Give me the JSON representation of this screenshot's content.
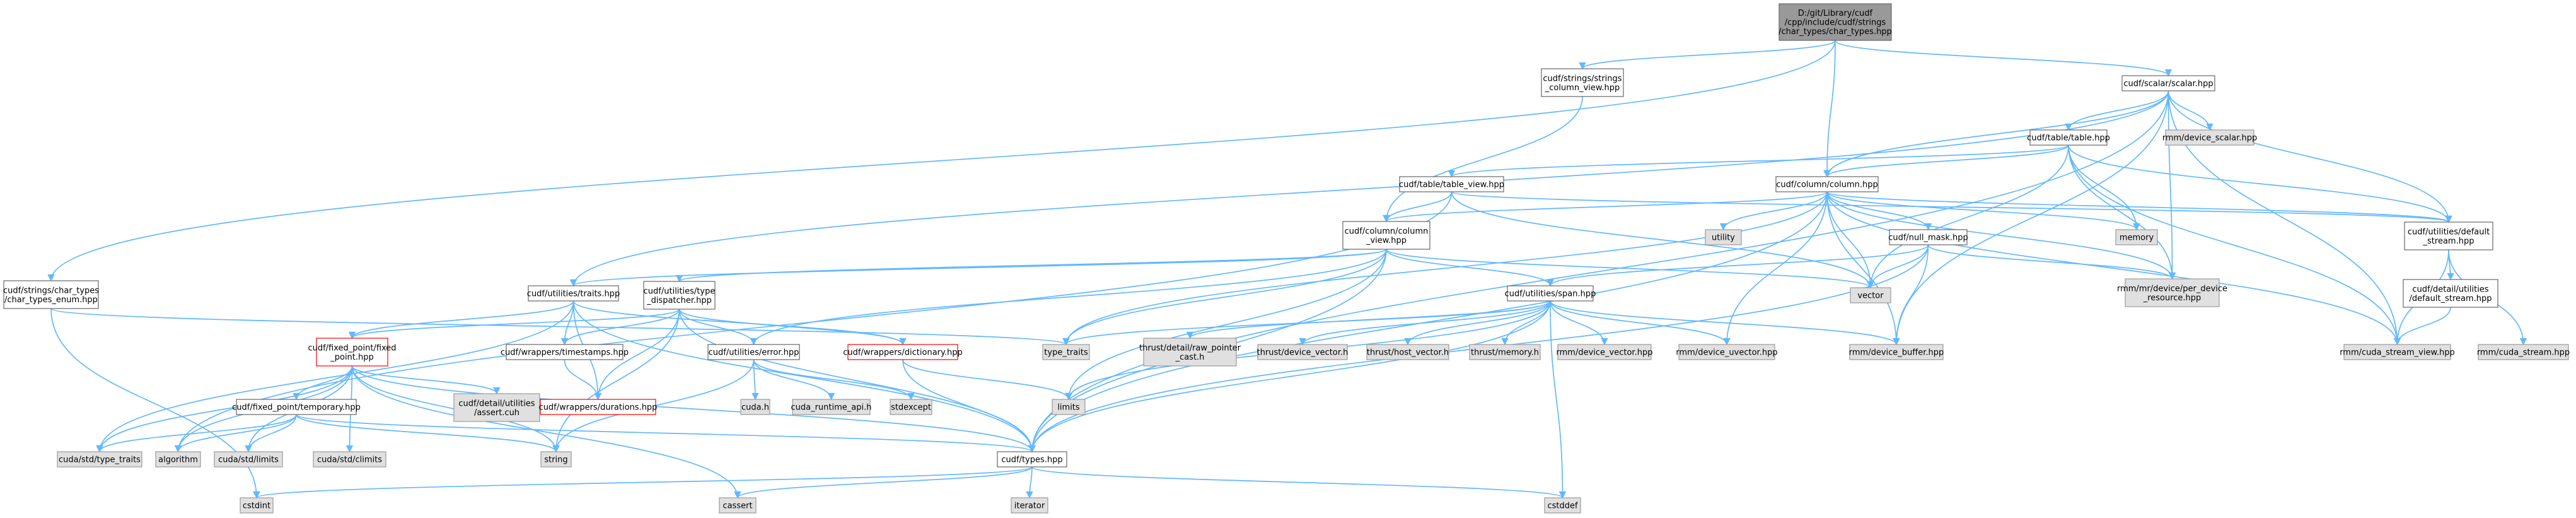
{
  "title": "D:/git/Library/cudf/cpp/include/cudf/strings/char_types/char_types.hpp",
  "colors": {
    "root_fill": "#999999",
    "doc_fill": "#ffffff",
    "doc_border": "#666666",
    "std_fill": "#e0e0e0",
    "std_border": "#999999",
    "trunc_border": "#ff0000",
    "edge": "#63b8ff"
  },
  "nodes": [
    {
      "id": "root",
      "kind": "root",
      "lines": [
        "D:/git/Library/cudf",
        "/cpp/include/cudf/strings",
        "/char_types/char_types.hpp"
      ]
    },
    {
      "id": "strings_column_view",
      "kind": "doc",
      "lines": [
        "cudf/strings/strings",
        "_column_view.hpp"
      ]
    },
    {
      "id": "scalar",
      "kind": "doc",
      "lines": [
        "cudf/scalar/scalar.hpp"
      ]
    },
    {
      "id": "char_types_enum",
      "kind": "doc",
      "lines": [
        "cudf/strings/char_types",
        "/char_types_enum.hpp"
      ]
    },
    {
      "id": "table",
      "kind": "doc",
      "lines": [
        "cudf/table/table.hpp"
      ]
    },
    {
      "id": "device_scalar",
      "kind": "std",
      "lines": [
        "rmm/device_scalar.hpp"
      ]
    },
    {
      "id": "table_view",
      "kind": "doc",
      "lines": [
        "cudf/table/table_view.hpp"
      ]
    },
    {
      "id": "column",
      "kind": "doc",
      "lines": [
        "cudf/column/column.hpp"
      ]
    },
    {
      "id": "column_view",
      "kind": "doc",
      "lines": [
        "cudf/column/column",
        "_view.hpp"
      ]
    },
    {
      "id": "utility",
      "kind": "std",
      "lines": [
        "utility"
      ]
    },
    {
      "id": "null_mask",
      "kind": "doc",
      "lines": [
        "cudf/null_mask.hpp"
      ]
    },
    {
      "id": "memory",
      "kind": "std",
      "lines": [
        "memory"
      ]
    },
    {
      "id": "default_stream",
      "kind": "doc",
      "lines": [
        "cudf/utilities/default",
        "_stream.hpp"
      ]
    },
    {
      "id": "vector",
      "kind": "std",
      "lines": [
        "vector"
      ]
    },
    {
      "id": "per_device_resource",
      "kind": "std",
      "lines": [
        "rmm/mr/device/per_device",
        "_resource.hpp"
      ]
    },
    {
      "id": "traits",
      "kind": "doc",
      "lines": [
        "cudf/utilities/traits.hpp"
      ]
    },
    {
      "id": "type_dispatcher",
      "kind": "doc",
      "lines": [
        "cudf/utilities/type",
        "_dispatcher.hpp"
      ]
    },
    {
      "id": "span",
      "kind": "doc",
      "lines": [
        "cudf/utilities/span.hpp"
      ]
    },
    {
      "id": "detail_default_stream",
      "kind": "doc",
      "lines": [
        "cudf/detail/utilities",
        "/default_stream.hpp"
      ]
    },
    {
      "id": "fixed_point",
      "kind": "trunc",
      "lines": [
        "cudf/fixed_point/fixed",
        "_point.hpp"
      ]
    },
    {
      "id": "timestamps",
      "kind": "doc",
      "lines": [
        "cudf/wrappers/timestamps.hpp"
      ]
    },
    {
      "id": "error",
      "kind": "doc",
      "lines": [
        "cudf/utilities/error.hpp"
      ]
    },
    {
      "id": "dictionary",
      "kind": "trunc",
      "lines": [
        "cudf/wrappers/dictionary.hpp"
      ]
    },
    {
      "id": "type_traits",
      "kind": "std",
      "lines": [
        "type_traits"
      ]
    },
    {
      "id": "thrust_raw_pointer_cast",
      "kind": "std",
      "lines": [
        "thrust/detail/raw_pointer",
        "_cast.h"
      ]
    },
    {
      "id": "thrust_device_vector",
      "kind": "std",
      "lines": [
        "thrust/device_vector.h"
      ]
    },
    {
      "id": "thrust_host_vector",
      "kind": "std",
      "lines": [
        "thrust/host_vector.h"
      ]
    },
    {
      "id": "thrust_memory",
      "kind": "std",
      "lines": [
        "thrust/memory.h"
      ]
    },
    {
      "id": "rmm_device_vector",
      "kind": "std",
      "lines": [
        "rmm/device_vector.hpp"
      ]
    },
    {
      "id": "device_uvector",
      "kind": "std",
      "lines": [
        "rmm/device_uvector.hpp"
      ]
    },
    {
      "id": "device_buffer",
      "kind": "std",
      "lines": [
        "rmm/device_buffer.hpp"
      ]
    },
    {
      "id": "cuda_stream_view",
      "kind": "std",
      "lines": [
        "rmm/cuda_stream_view.hpp"
      ]
    },
    {
      "id": "cuda_stream",
      "kind": "std",
      "lines": [
        "rmm/cuda_stream.hpp"
      ]
    },
    {
      "id": "assert_cuh",
      "kind": "std",
      "lines": [
        "cudf/detail/utilities",
        "/assert.cuh"
      ]
    },
    {
      "id": "durations",
      "kind": "trunc",
      "lines": [
        "cudf/wrappers/durations.hpp"
      ]
    },
    {
      "id": "temporary",
      "kind": "doc",
      "lines": [
        "cudf/fixed_point/temporary.hpp"
      ]
    },
    {
      "id": "cuda_h",
      "kind": "std",
      "lines": [
        "cuda.h"
      ]
    },
    {
      "id": "cuda_runtime_api",
      "kind": "std",
      "lines": [
        "cuda_runtime_api.h"
      ]
    },
    {
      "id": "stdexcept",
      "kind": "std",
      "lines": [
        "stdexcept"
      ]
    },
    {
      "id": "limits",
      "kind": "std",
      "lines": [
        "limits"
      ]
    },
    {
      "id": "cuda_type_traits",
      "kind": "std",
      "lines": [
        "cuda/std/type_traits"
      ]
    },
    {
      "id": "algorithm",
      "kind": "std",
      "lines": [
        "algorithm"
      ]
    },
    {
      "id": "cuda_std_limits",
      "kind": "std",
      "lines": [
        "cuda/std/limits"
      ]
    },
    {
      "id": "cuda_std_climits",
      "kind": "std",
      "lines": [
        "cuda/std/climits"
      ]
    },
    {
      "id": "string",
      "kind": "std",
      "lines": [
        "string"
      ]
    },
    {
      "id": "types",
      "kind": "doc",
      "lines": [
        "cudf/types.hpp"
      ]
    },
    {
      "id": "cstdint",
      "kind": "std",
      "lines": [
        "cstdint"
      ]
    },
    {
      "id": "cassert",
      "kind": "std",
      "lines": [
        "cassert"
      ]
    },
    {
      "id": "iterator",
      "kind": "std",
      "lines": [
        "iterator"
      ]
    },
    {
      "id": "cstddef",
      "kind": "std",
      "lines": [
        "cstddef"
      ]
    }
  ],
  "edges": [
    [
      "root",
      "strings_column_view"
    ],
    [
      "root",
      "scalar"
    ],
    [
      "root",
      "char_types_enum"
    ],
    [
      "root",
      "column"
    ],
    [
      "strings_column_view",
      "column_view"
    ],
    [
      "scalar",
      "table"
    ],
    [
      "scalar",
      "device_scalar"
    ],
    [
      "scalar",
      "column"
    ],
    [
      "scalar",
      "traits"
    ],
    [
      "scalar",
      "default_stream"
    ],
    [
      "scalar",
      "per_device_resource"
    ],
    [
      "scalar",
      "cuda_stream_view"
    ],
    [
      "scalar",
      "device_buffer"
    ],
    [
      "scalar",
      "types"
    ],
    [
      "char_types_enum",
      "type_traits"
    ],
    [
      "char_types_enum",
      "cstdint"
    ],
    [
      "table",
      "table_view"
    ],
    [
      "table",
      "column"
    ],
    [
      "table",
      "memory"
    ],
    [
      "table",
      "vector"
    ],
    [
      "table",
      "default_stream"
    ],
    [
      "table",
      "per_device_resource"
    ],
    [
      "table",
      "cuda_stream_view"
    ],
    [
      "table_view",
      "column_view"
    ],
    [
      "table_view",
      "vector"
    ],
    [
      "table_view",
      "algorithm"
    ],
    [
      "table_view",
      "default_stream"
    ],
    [
      "column",
      "column_view"
    ],
    [
      "column",
      "utility"
    ],
    [
      "column",
      "null_mask"
    ],
    [
      "column",
      "memory"
    ],
    [
      "column",
      "vector"
    ],
    [
      "column",
      "default_stream"
    ],
    [
      "column",
      "per_device_resource"
    ],
    [
      "column",
      "type_traits"
    ],
    [
      "column",
      "device_uvector"
    ],
    [
      "column",
      "device_buffer"
    ],
    [
      "column",
      "cuda_stream_view"
    ],
    [
      "column",
      "types"
    ],
    [
      "column_view",
      "traits"
    ],
    [
      "column_view",
      "type_dispatcher"
    ],
    [
      "column_view",
      "span"
    ],
    [
      "column_view",
      "error"
    ],
    [
      "column_view",
      "vector"
    ],
    [
      "column_view",
      "limits"
    ],
    [
      "column_view",
      "type_traits"
    ],
    [
      "column_view",
      "types"
    ],
    [
      "null_mask",
      "span"
    ],
    [
      "null_mask",
      "vector"
    ],
    [
      "null_mask",
      "per_device_resource"
    ],
    [
      "null_mask",
      "device_buffer"
    ],
    [
      "null_mask",
      "types"
    ],
    [
      "default_stream",
      "detail_default_stream"
    ],
    [
      "default_stream",
      "cuda_stream_view"
    ],
    [
      "default_stream",
      "cuda_stream"
    ],
    [
      "detail_default_stream",
      "cuda_stream_view"
    ],
    [
      "traits",
      "fixed_point"
    ],
    [
      "traits",
      "timestamps"
    ],
    [
      "traits",
      "dictionary"
    ],
    [
      "traits",
      "durations"
    ],
    [
      "traits",
      "cuda_type_traits"
    ],
    [
      "traits",
      "types"
    ],
    [
      "type_dispatcher",
      "fixed_point"
    ],
    [
      "type_dispatcher",
      "timestamps"
    ],
    [
      "type_dispatcher",
      "dictionary"
    ],
    [
      "type_dispatcher",
      "durations"
    ],
    [
      "type_dispatcher",
      "error"
    ],
    [
      "type_dispatcher",
      "types"
    ],
    [
      "type_dispatcher",
      "string"
    ],
    [
      "span",
      "thrust_raw_pointer_cast"
    ],
    [
      "span",
      "thrust_device_vector"
    ],
    [
      "span",
      "thrust_host_vector"
    ],
    [
      "span",
      "thrust_memory"
    ],
    [
      "span",
      "rmm_device_vector"
    ],
    [
      "span",
      "device_uvector"
    ],
    [
      "span",
      "device_buffer"
    ],
    [
      "span",
      "type_traits"
    ],
    [
      "span",
      "limits"
    ],
    [
      "span",
      "cstddef"
    ],
    [
      "span",
      "types"
    ],
    [
      "fixed_point",
      "assert_cuh"
    ],
    [
      "fixed_point",
      "temporary"
    ],
    [
      "fixed_point",
      "cuda_type_traits"
    ],
    [
      "fixed_point",
      "algorithm"
    ],
    [
      "fixed_point",
      "cuda_std_limits"
    ],
    [
      "fixed_point",
      "cuda_std_climits"
    ],
    [
      "fixed_point",
      "string"
    ],
    [
      "fixed_point",
      "types"
    ],
    [
      "fixed_point",
      "cassert"
    ],
    [
      "timestamps",
      "durations"
    ],
    [
      "error",
      "cuda_h"
    ],
    [
      "error",
      "cuda_runtime_api"
    ],
    [
      "error",
      "stdexcept"
    ],
    [
      "error",
      "string"
    ],
    [
      "dictionary",
      "limits"
    ],
    [
      "dictionary",
      "types"
    ],
    [
      "temporary",
      "cuda_type_traits"
    ],
    [
      "temporary",
      "algorithm"
    ],
    [
      "temporary",
      "cuda_std_limits"
    ],
    [
      "temporary",
      "string"
    ],
    [
      "temporary",
      "types"
    ],
    [
      "types",
      "cstdint"
    ],
    [
      "types",
      "cassert"
    ],
    [
      "types",
      "iterator"
    ],
    [
      "types",
      "cstddef"
    ]
  ]
}
